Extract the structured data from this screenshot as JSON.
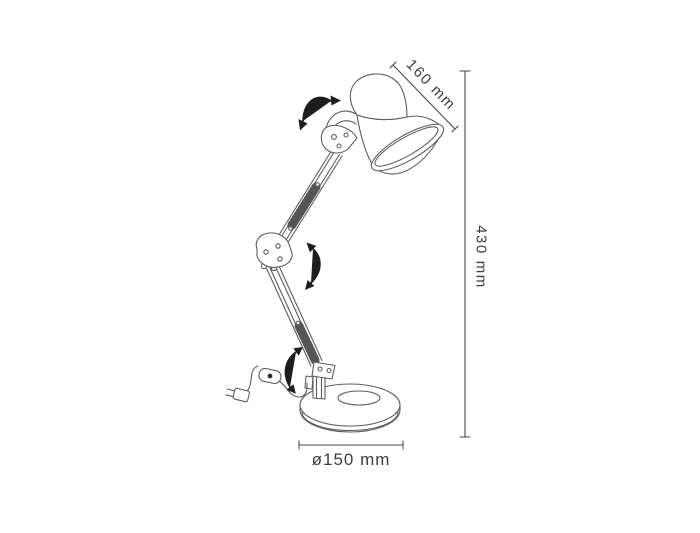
{
  "diagram": {
    "subject": "articulated desk lamp dimension drawing",
    "labels": {
      "shade_length": "160 mm",
      "total_height": "430 mm",
      "base_diameter": "ø150 mm"
    },
    "colors": {
      "background": "#ffffff",
      "line": "#5d5d5d",
      "spring": "#555555",
      "dimension": "#4a4a4a",
      "arrow": "#1d1d1d",
      "text": "#3d3d3d",
      "switch_dot": "#2b2b2b"
    }
  }
}
